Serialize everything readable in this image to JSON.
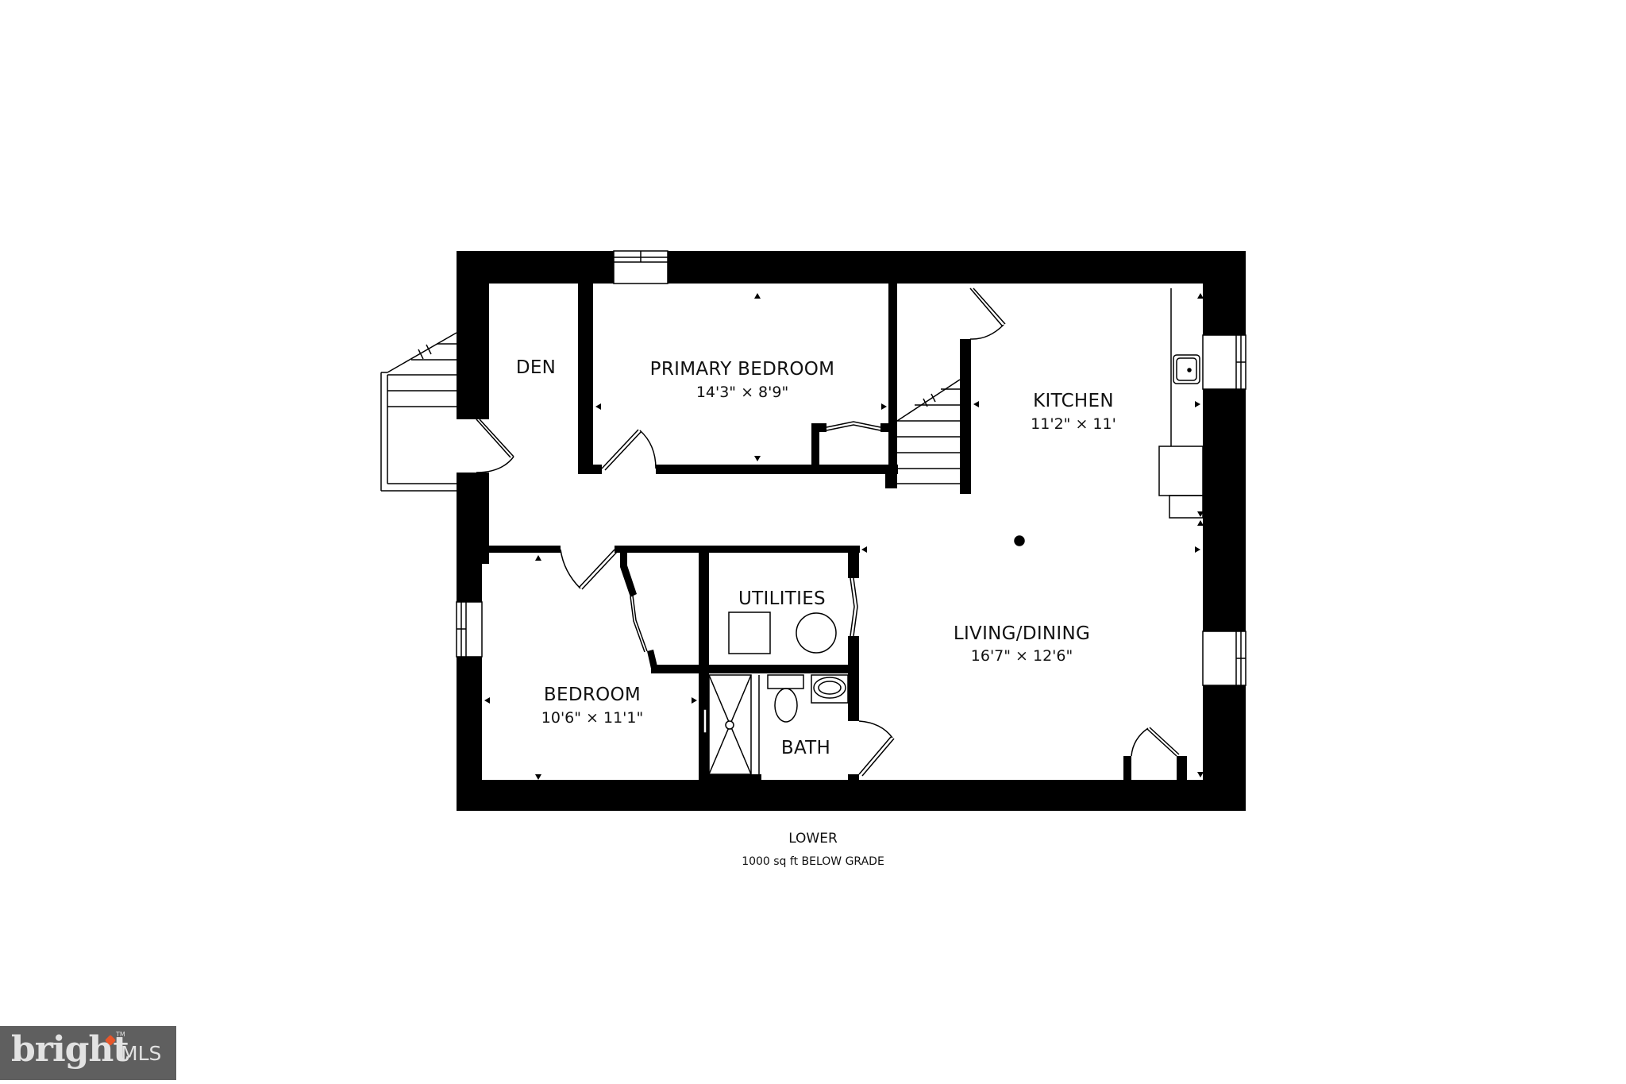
{
  "floor": {
    "name": "LOWER",
    "area_text": "1000 sq ft BELOW GRADE"
  },
  "rooms": [
    {
      "id": "den",
      "label": "DEN",
      "dimensions": ""
    },
    {
      "id": "primary_bedroom",
      "label": "PRIMARY BEDROOM",
      "dimensions": "14'3\" × 8'9\""
    },
    {
      "id": "kitchen",
      "label": "KITCHEN",
      "dimensions": "11'2\" × 11'"
    },
    {
      "id": "utilities",
      "label": "UTILITIES",
      "dimensions": ""
    },
    {
      "id": "living_dining",
      "label": "LIVING/DINING",
      "dimensions": "16'7\" × 12'6\""
    },
    {
      "id": "bedroom",
      "label": "BEDROOM",
      "dimensions": "10'6\" × 11'1\""
    },
    {
      "id": "bath",
      "label": "BATH",
      "dimensions": ""
    }
  ],
  "logo": {
    "word": "bright",
    "suffix": "MLS",
    "trademark": "TM",
    "background": "#5f5f5f",
    "accent": "#e8562a"
  },
  "colors": {
    "wall": "#000000",
    "background": "#ffffff"
  }
}
